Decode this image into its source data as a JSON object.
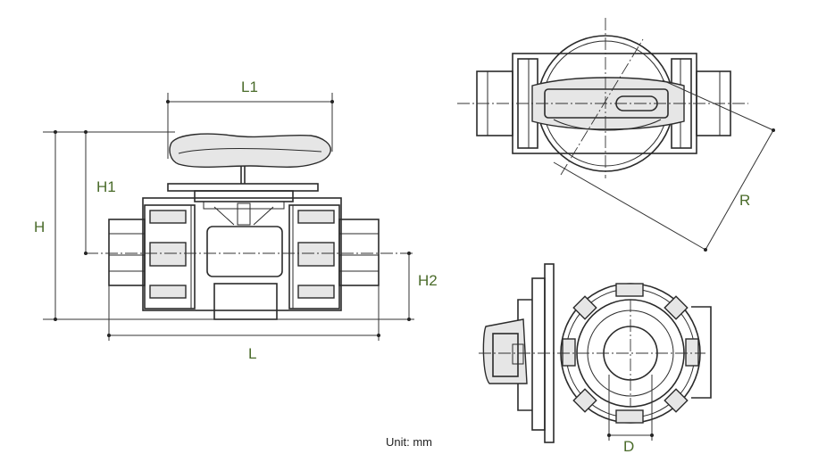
{
  "colors": {
    "label": "#4a6b2a",
    "line": "#2b2b2b",
    "unit_text": "#222222"
  },
  "labels": {
    "L1": "L1",
    "H1": "H1",
    "H": "H",
    "H2": "H2",
    "L": "L",
    "R": "R",
    "D": "D"
  },
  "unit_note": "Unit: mm"
}
